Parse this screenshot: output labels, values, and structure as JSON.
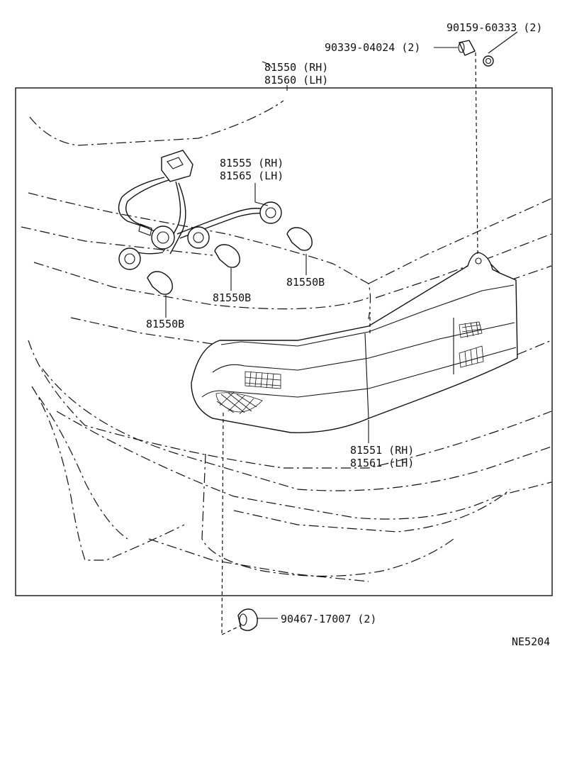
{
  "labels": {
    "clip_screw": "90159-60333 (2)",
    "nut": "90339-04024 (2)",
    "lamp_assy_rh": "81550 (RH)",
    "lamp_assy_lh": "81560 (LH)",
    "socket_wire_rh": "81555 (RH)",
    "socket_wire_lh": "81565 (LH)",
    "bulb_a": "81550B",
    "bulb_b": "81550B",
    "bulb_c": "81550B",
    "lens_rh": "81551 (RH)",
    "lens_lh": "81561 (LH)",
    "grommet": "90467-17007 (2)",
    "figure_code": "NE5204"
  }
}
